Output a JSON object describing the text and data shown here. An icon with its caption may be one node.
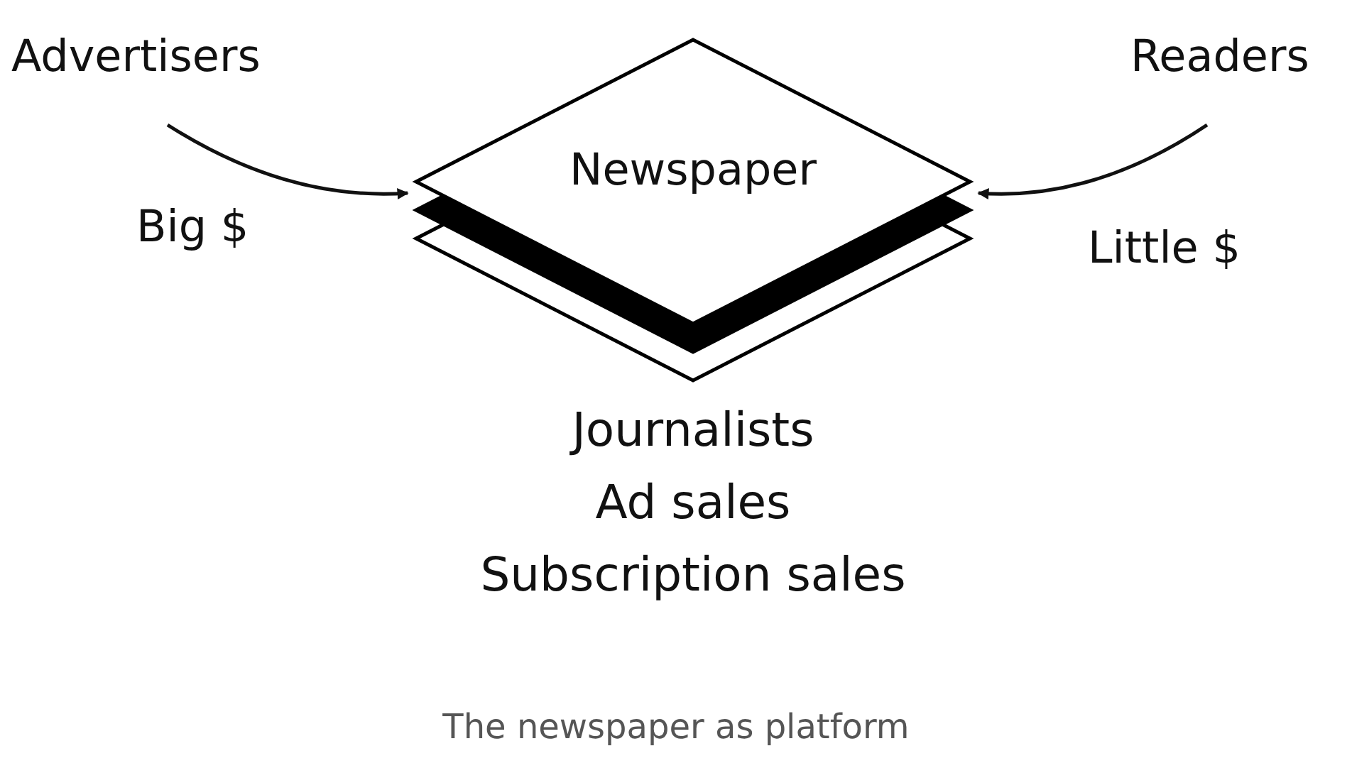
{
  "diagram": {
    "caption": "The newspaper as platform",
    "nodes": [
      {
        "text": [
          "Advertisers"
        ]
      },
      {
        "text": [
          "Readers"
        ]
      },
      {
        "text": [
          "Newspaper"
        ],
        "beside": [
          "Journalists",
          "Ad sales",
          "Subscription sales"
        ]
      }
    ],
    "edges": [
      {
        "from": 0,
        "to": 2,
        "arrow": "to",
        "label": "Big $"
      },
      {
        "from": 1,
        "to": 2,
        "arrow": "to",
        "label": "Little $"
      }
    ]
  }
}
